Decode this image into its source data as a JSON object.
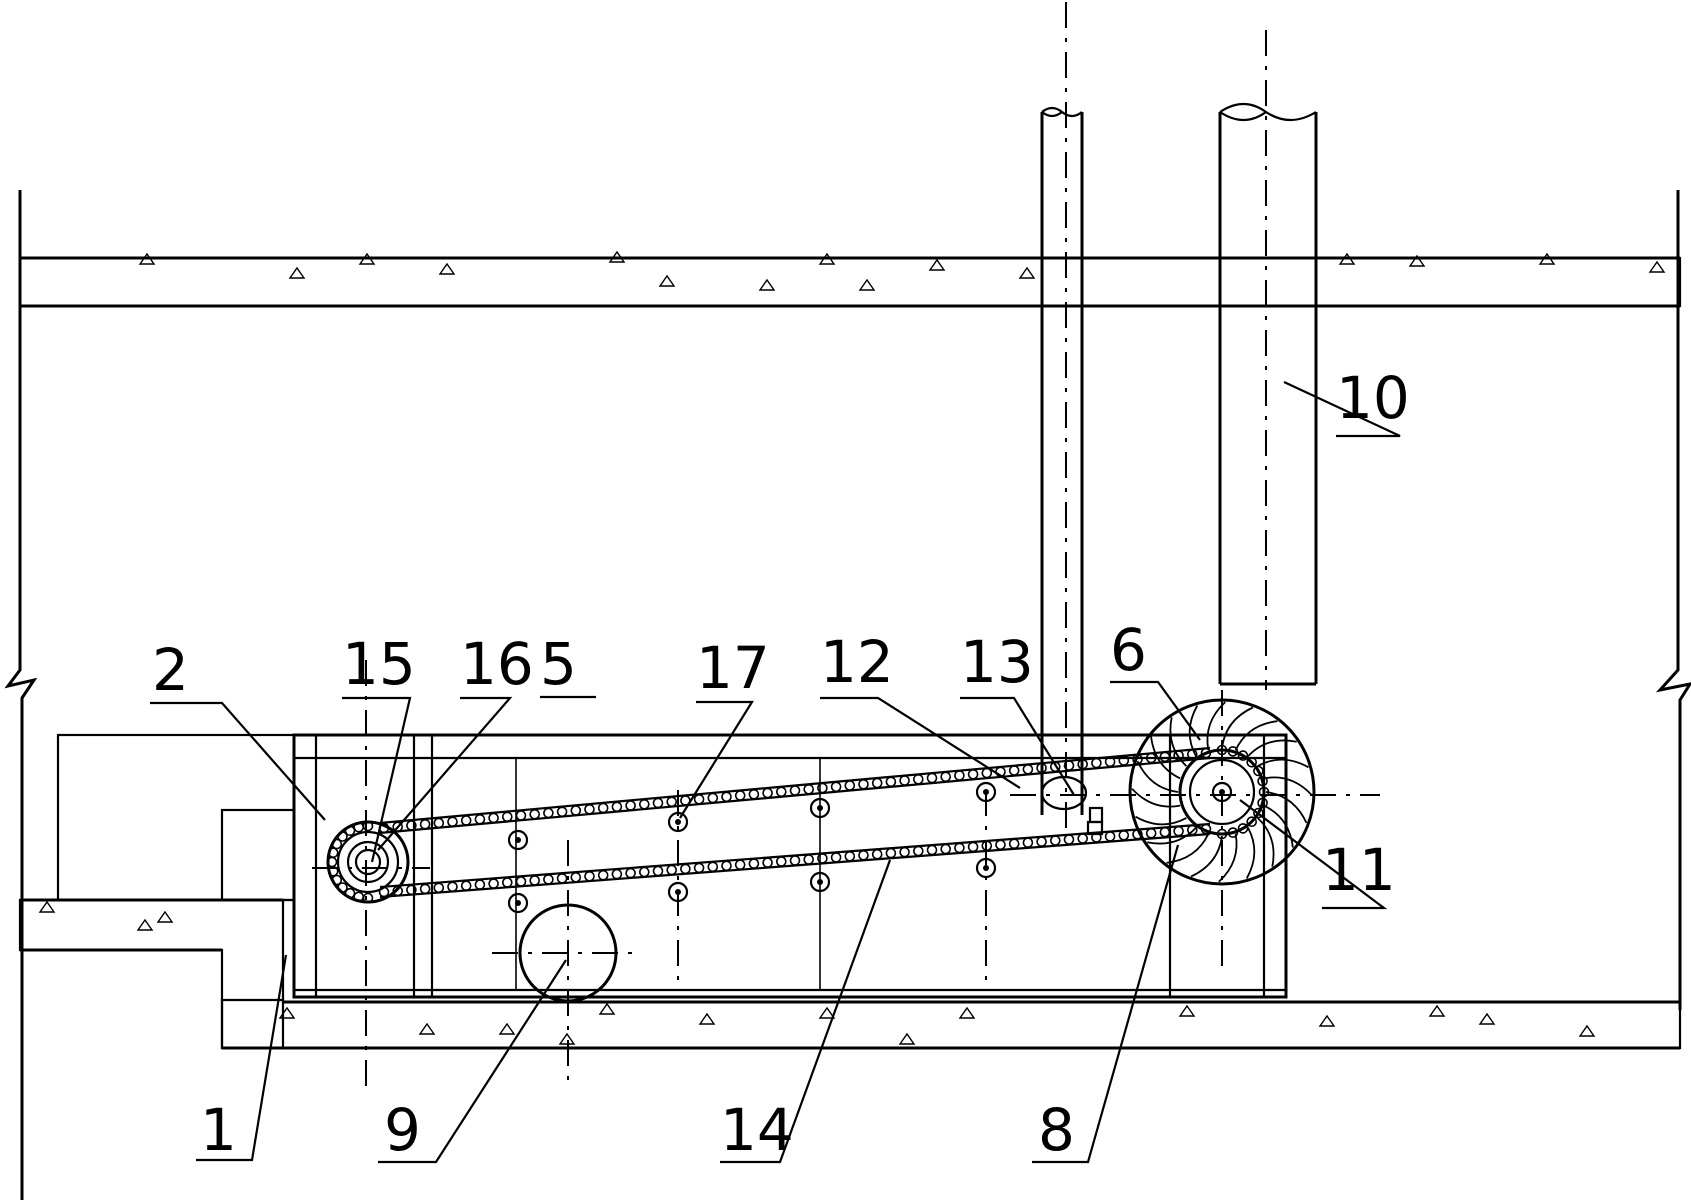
{
  "labels": {
    "l1": "1",
    "l2": "2",
    "l5": "5",
    "l6": "6",
    "l8": "8",
    "l9": "9",
    "l10": "10",
    "l11": "11",
    "l12": "12",
    "l13": "13",
    "l14": "14",
    "l15": "15",
    "l16": "16",
    "l17": "17"
  },
  "colors": {
    "line": "#000000",
    "background": "#ffffff"
  }
}
